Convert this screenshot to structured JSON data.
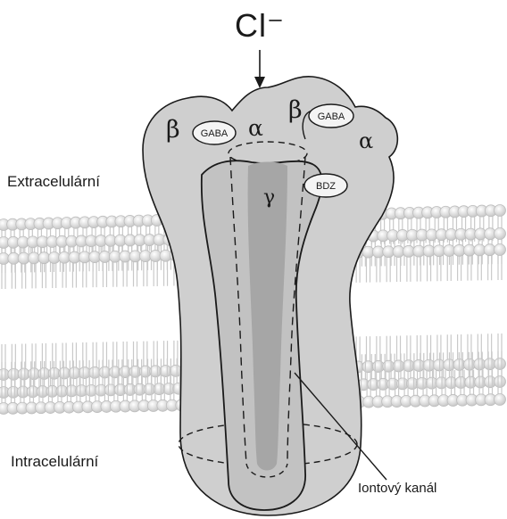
{
  "ion_label": "Cl⁻",
  "labels": {
    "extracellular": "Extracelulární",
    "intracellular": "Intracelulární",
    "ion_channel": "Iontový kanál"
  },
  "subunits": {
    "beta_left": "β",
    "alpha_left": "α",
    "beta_right": "β",
    "alpha_right": "α",
    "gamma": "γ"
  },
  "sites": {
    "gaba_left": "GABA",
    "gaba_right": "GABA",
    "bdz": "BDZ"
  },
  "colors": {
    "receptor_fill": "#cccccc",
    "channel_fill": "#a9a9a9",
    "lipid_head": "#e4e4e4",
    "lipid_tail": "#d6d6d6",
    "outline": "#1a1a1a"
  }
}
